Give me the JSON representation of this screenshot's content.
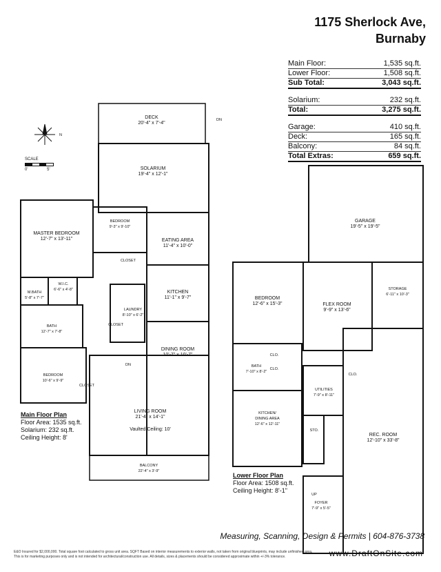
{
  "header": {
    "address_line1": "1175 Sherlock Ave,",
    "address_line2": "Burnaby"
  },
  "areas": [
    {
      "label": "Main Floor:",
      "value": "1,535 sq.ft.",
      "bold": false
    },
    {
      "label": "Lower Floor:",
      "value": "1,508 sq.ft.",
      "bold": false
    },
    {
      "label": "Sub Total:",
      "value": "3,043 sq.ft.",
      "bold": true
    },
    {
      "label": "Solarium:",
      "value": "232 sq.ft.",
      "bold": false
    },
    {
      "label": "Total:",
      "value": "3,275 sq.ft.",
      "bold": true
    },
    {
      "label": "Garage:",
      "value": "410 sq.ft.",
      "bold": false
    },
    {
      "label": "Deck:",
      "value": "165 sq.ft.",
      "bold": false
    },
    {
      "label": "Balcony:",
      "value": "84 sq.ft.",
      "bold": false
    },
    {
      "label": "Total Extras:",
      "value": "659 sq.ft.",
      "bold": true
    }
  ],
  "compass": {
    "north_label": "N",
    "scale_label": "SCALE",
    "scale_start": "0'",
    "scale_end": "5'"
  },
  "main_rooms": {
    "deck": {
      "name": "DECK",
      "dim": "20'-4\" x 7'-4\""
    },
    "solarium": {
      "name": "SOLARIUM",
      "dim": "19'-4\" x 12'-1\""
    },
    "master": {
      "name": "MASTER BEDROOM",
      "dim": "12'-7\" x 13'-11\""
    },
    "bedroom1": {
      "name": "BEDROOM",
      "dim": "9'-3\" x 9'-10\""
    },
    "eating": {
      "name": "EATING AREA",
      "dim": "11'-4\" x 10'-0\""
    },
    "closet1": {
      "name": "CLOSET"
    },
    "mbath": {
      "name": "M.BATH",
      "dim": "5'-8\" x 7'-7\""
    },
    "wic": {
      "name": "W.I.C.",
      "dim": "6'-6\" x 4'-8\""
    },
    "kitchen": {
      "name": "KITCHEN",
      "dim": "11'-1\" x 9'-7\""
    },
    "bath": {
      "name": "BATH",
      "dim": "12'-7\" x 7'-8\""
    },
    "closet2": {
      "name": "CLOSET"
    },
    "laundry": {
      "name": "LAUNDRY",
      "dim": "8'-10\" x 6'-2\""
    },
    "dining": {
      "name": "DINING ROOM",
      "dim": "10'-7\" x 10'-7\""
    },
    "bedroom2": {
      "name": "BEDROOM",
      "dim": "10'-6\" x 9'-9\""
    },
    "closet3": {
      "name": "CLOSET"
    },
    "living": {
      "name": "LIVING ROOM",
      "dim": "21'-4\" x 14'-1\"",
      "note": "Vaulted Ceiling: 10'"
    },
    "balcony": {
      "name": "BALCONY",
      "dim": "22'-4\" x 3'-9\""
    },
    "dn1": "DN",
    "dn2": "DN"
  },
  "main_info": {
    "title": "Main Floor Plan",
    "area": "Floor Area: 1535 sq.ft.",
    "solarium": "Solarium: 232 sq.ft.",
    "ceiling": "Ceiling Height: 8'"
  },
  "lower_rooms": {
    "garage": {
      "name": "GARAGE",
      "dim": "19'-5\" x 19'-5\""
    },
    "bedroom": {
      "name": "BEDROOM",
      "dim": "12'-6\" x 15'-3\""
    },
    "flex": {
      "name": "FLEX ROOM",
      "dim": "9'-9\" x 13'-6\""
    },
    "storage": {
      "name": "STORAGE",
      "dim": "6'-11\" x 10'-3\""
    },
    "bath": {
      "name": "BATH",
      "dim": "7'-10\" x 8'-2\""
    },
    "clo1": {
      "name": "CLO."
    },
    "clo2": {
      "name": "CLO."
    },
    "clo3": {
      "name": "CLO."
    },
    "utilities": {
      "name": "UTILITIES",
      "dim": "7'-9\" x 8'-11\""
    },
    "kitchen": {
      "name": "KITCHEN/",
      "name2": "DINING AREA",
      "dim": "12'-6\" x 12'-11\""
    },
    "sto": {
      "name": "STO."
    },
    "rec": {
      "name": "REC. ROOM",
      "dim": "12'-10\" x 33'-8\""
    },
    "foyer": {
      "name": "FOYER",
      "dim": "7'-9\" x 5'-5\""
    },
    "up": "UP"
  },
  "lower_info": {
    "title": "Lower Floor Plan",
    "area": "Floor Area: 1508 sq.ft.",
    "ceiling": "Ceiling Height: 8'-1\""
  },
  "footer": {
    "tagline": "Measuring, Scanning, Design & Permits | 604-876-3738",
    "logo": "www.DraftOnSite.com",
    "disclaimer1": "E&O Insured for $2,000,000. Total square foot calculated to gross unit area. SQFT Based on interior measurements to exterior walls, not taken from original blueprints, may include unfinished area.",
    "disclaimer2": "This is for marketing purposes only and is not intended for architectural/construction use. All details, sizes & placements should be considered approximate within +/-3% tolerance."
  }
}
